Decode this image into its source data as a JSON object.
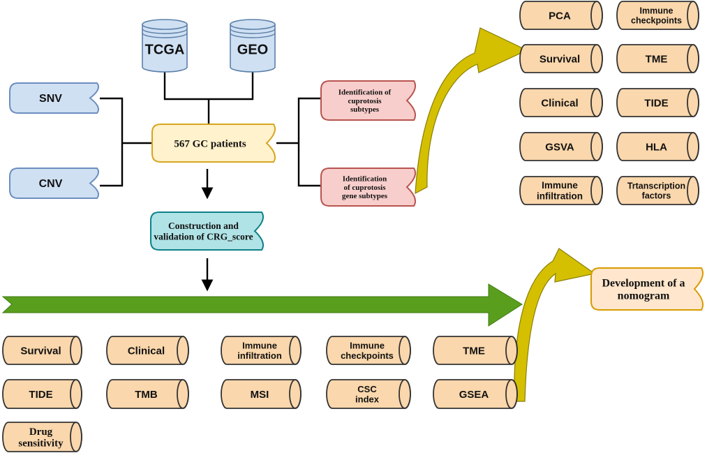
{
  "sources": {
    "tcga": "TCGA",
    "geo": "GEO"
  },
  "inputs": {
    "snv": "SNV",
    "cnv": "CNV"
  },
  "center": "567 GC patients",
  "subtypes": {
    "cuprotosis": [
      "Identification of",
      "cuprotosis",
      "subtypes"
    ],
    "gene": [
      "Identification",
      "of  cuprotosis",
      "gene subtypes"
    ]
  },
  "crg": [
    "Construction and",
    "validation of CRG_score"
  ],
  "nomogram": [
    "Development of a",
    "nomogram"
  ],
  "right_panel": {
    "col1": [
      [
        "PCA"
      ],
      [
        "Survival"
      ],
      [
        "Clinical"
      ],
      [
        "GSVA"
      ],
      [
        "Immune",
        "infiltration"
      ]
    ],
    "col2": [
      [
        "Immune",
        "checkpoints"
      ],
      [
        "TME"
      ],
      [
        "TIDE"
      ],
      [
        "HLA"
      ],
      [
        "Trtanscription",
        "factors"
      ]
    ]
  },
  "bottom_panel": {
    "row1": [
      [
        "Survival"
      ],
      [
        "Clinical"
      ],
      [
        "Immune",
        "infiltration"
      ],
      [
        "Immune",
        "checkpoints"
      ],
      [
        "TME"
      ]
    ],
    "row2": [
      [
        "TIDE"
      ],
      [
        "TMB"
      ],
      [
        "MSI"
      ],
      [
        "CSC",
        "index"
      ],
      [
        "GSEA"
      ]
    ],
    "row3": [
      [
        "Drug",
        "sensitivity"
      ]
    ]
  },
  "colors": {
    "blue_fill": "#cfe0f3",
    "blue_stroke": "#6c8ebf",
    "orange_fill": "#fad7ac",
    "orange_stroke": "#333333",
    "center_fill": "#fff2cc",
    "center_stroke": "#d6a520",
    "red_fill": "#f8cecc",
    "red_stroke": "#b85450",
    "teal_fill": "#b0e3e6",
    "teal_stroke": "#0e8088",
    "nomo_fill": "#ffe6cc",
    "nomo_stroke": "#d79b00",
    "green": "#5a9e1e",
    "gold": "#d4c000"
  }
}
